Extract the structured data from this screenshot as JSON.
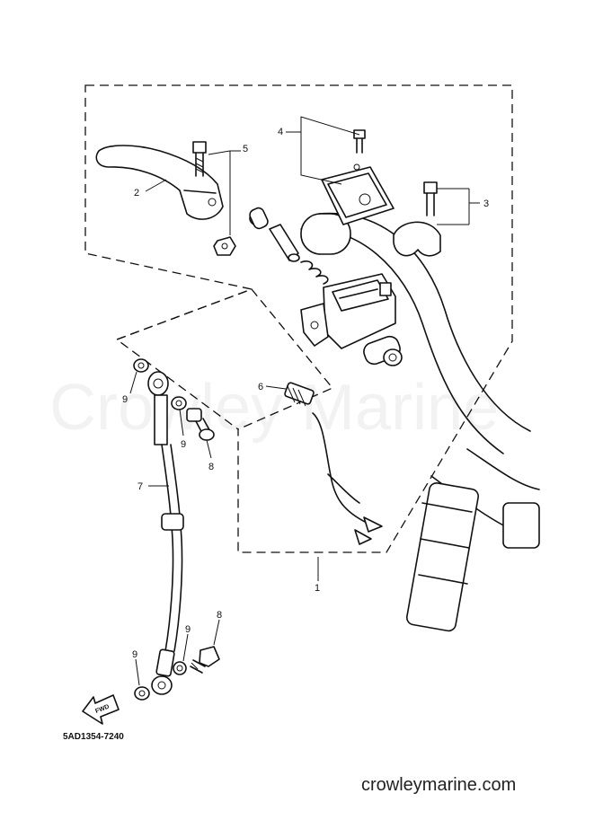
{
  "diagram": {
    "catalog_code": "5AD1354-7240",
    "fwd_label": "FWD",
    "watermark": "Crowley Marine",
    "site": "crowleymarine.com",
    "callouts": {
      "c1": "1",
      "c2": "2",
      "c3": "3",
      "c4": "4",
      "c5": "5",
      "c6": "6",
      "c7": "7",
      "c8a": "8",
      "c8b": "8",
      "c9a": "9",
      "c9b": "9",
      "c9c": "9",
      "c9d": "9"
    }
  }
}
